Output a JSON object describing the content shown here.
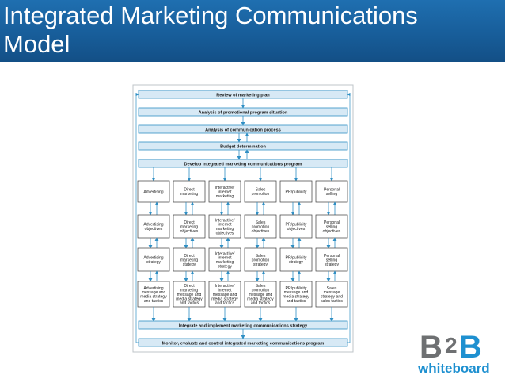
{
  "header": {
    "title_line1": "Integrated Marketing Communications",
    "title_line2": "Model"
  },
  "diagram": {
    "top_steps": [
      "Review of marketing plan",
      "Analysis of promotional program situation",
      "Analysis of communication process",
      "Budget determination",
      "Develop integrated marketing communications program"
    ],
    "columns": [
      {
        "cells": [
          [
            "Advertising"
          ],
          [
            "Advertising",
            "objectives"
          ],
          [
            "Advertising",
            "strategy"
          ],
          [
            "Advertising",
            "message and",
            "media strategy",
            "and tactics"
          ]
        ]
      },
      {
        "cells": [
          [
            "Direct",
            "marketing"
          ],
          [
            "Direct",
            "marketing",
            "objectives"
          ],
          [
            "Direct",
            "marketing",
            "stategy"
          ],
          [
            "Direct",
            "marketing",
            "message and",
            "media strategy",
            "and tactics"
          ]
        ]
      },
      {
        "cells": [
          [
            "Interactive/",
            "internet",
            "marketing"
          ],
          [
            "Interactive/",
            "internet",
            "marketing",
            "objectives"
          ],
          [
            "Interactive/",
            "internet",
            "marketing",
            "strategy"
          ],
          [
            "Interactive/",
            "internet",
            "message and",
            "media strategy",
            "and tactics"
          ]
        ]
      },
      {
        "cells": [
          [
            "Sales",
            "promotion"
          ],
          [
            "Sales",
            "promotion",
            "objectives"
          ],
          [
            "Sales",
            "promotion",
            "strategy"
          ],
          [
            "Sales",
            "promotion",
            "message and",
            "media strategy",
            "and tactics"
          ]
        ]
      },
      {
        "cells": [
          [
            "PR/publicity"
          ],
          [
            "PR/publicity",
            "objectives"
          ],
          [
            "PR/publicity",
            "strategy"
          ],
          [
            "PR/publicity",
            "message and",
            "media strategy",
            "and tactics"
          ]
        ]
      },
      {
        "cells": [
          [
            "Personal",
            "selling"
          ],
          [
            "Personal",
            "selling",
            "objectives"
          ],
          [
            "Personal",
            "selling",
            "strategy"
          ],
          [
            "Sales",
            "message",
            "strategy and",
            "sales tactics"
          ]
        ]
      }
    ],
    "bottom_steps": [
      "Integrate and implement marketing communications strategy",
      "Monitor, evaluate and control integrated marketing communications program"
    ],
    "colors": {
      "bar_fill": "#d7e9f5",
      "bar_stroke": "#2f8fc4",
      "arrow": "#2f8fc4",
      "text": "#1a1a1a"
    }
  },
  "logo": {
    "mark": "B2B",
    "name": "whiteboard",
    "colors": {
      "gray": "#6e7072",
      "blue": "#1e90d0"
    }
  }
}
